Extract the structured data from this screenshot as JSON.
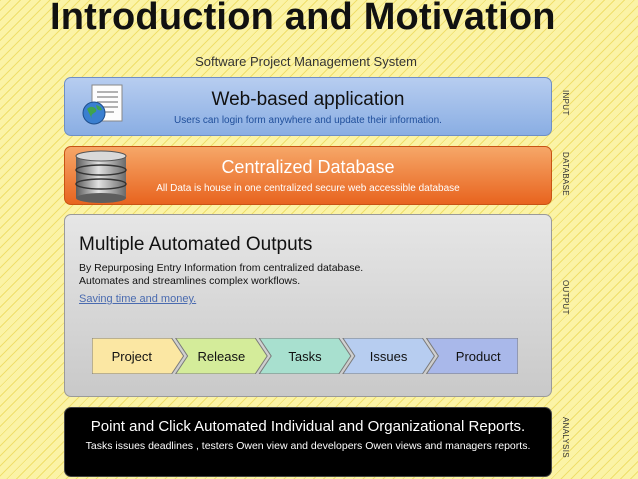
{
  "title": "Introduction and Motivation",
  "subtitle": "Software Project Management System",
  "input": {
    "heading": "Web-based application",
    "description": "Users can login form anywhere and update their information.",
    "side_label": "INPUT",
    "icon": "document-globe-icon"
  },
  "database": {
    "heading": "Centralized Database",
    "description": "All Data is house in one centralized secure web accessible database",
    "side_label": "DATABASE",
    "icon": "database-icon"
  },
  "output": {
    "heading": "Multiple Automated Outputs",
    "line1": "By Repurposing Entry Information from centralized database.",
    "line2": "Automates and streamlines complex workflows.",
    "link": "Saving time and money.",
    "side_label": "OUTPUT",
    "steps": [
      "Project",
      "Release",
      "Tasks",
      "Issues",
      "Product"
    ]
  },
  "analysis": {
    "heading": "Point and Click Automated Individual and Organizational Reports.",
    "description": "Tasks issues deadlines , testers Owen view and developers Owen views and managers reports.",
    "side_label": "ANALYSIS"
  },
  "colors": {
    "background": "#fbf3a6",
    "input_band": "#8aaee3",
    "database_band": "#e8641f",
    "output_band": "#c9c9c9",
    "analysis_band": "#000000",
    "step_arrows": [
      "#fbe7a3",
      "#d4ec9a",
      "#a8e0cf",
      "#b7cdf0",
      "#a9b8ea"
    ]
  }
}
